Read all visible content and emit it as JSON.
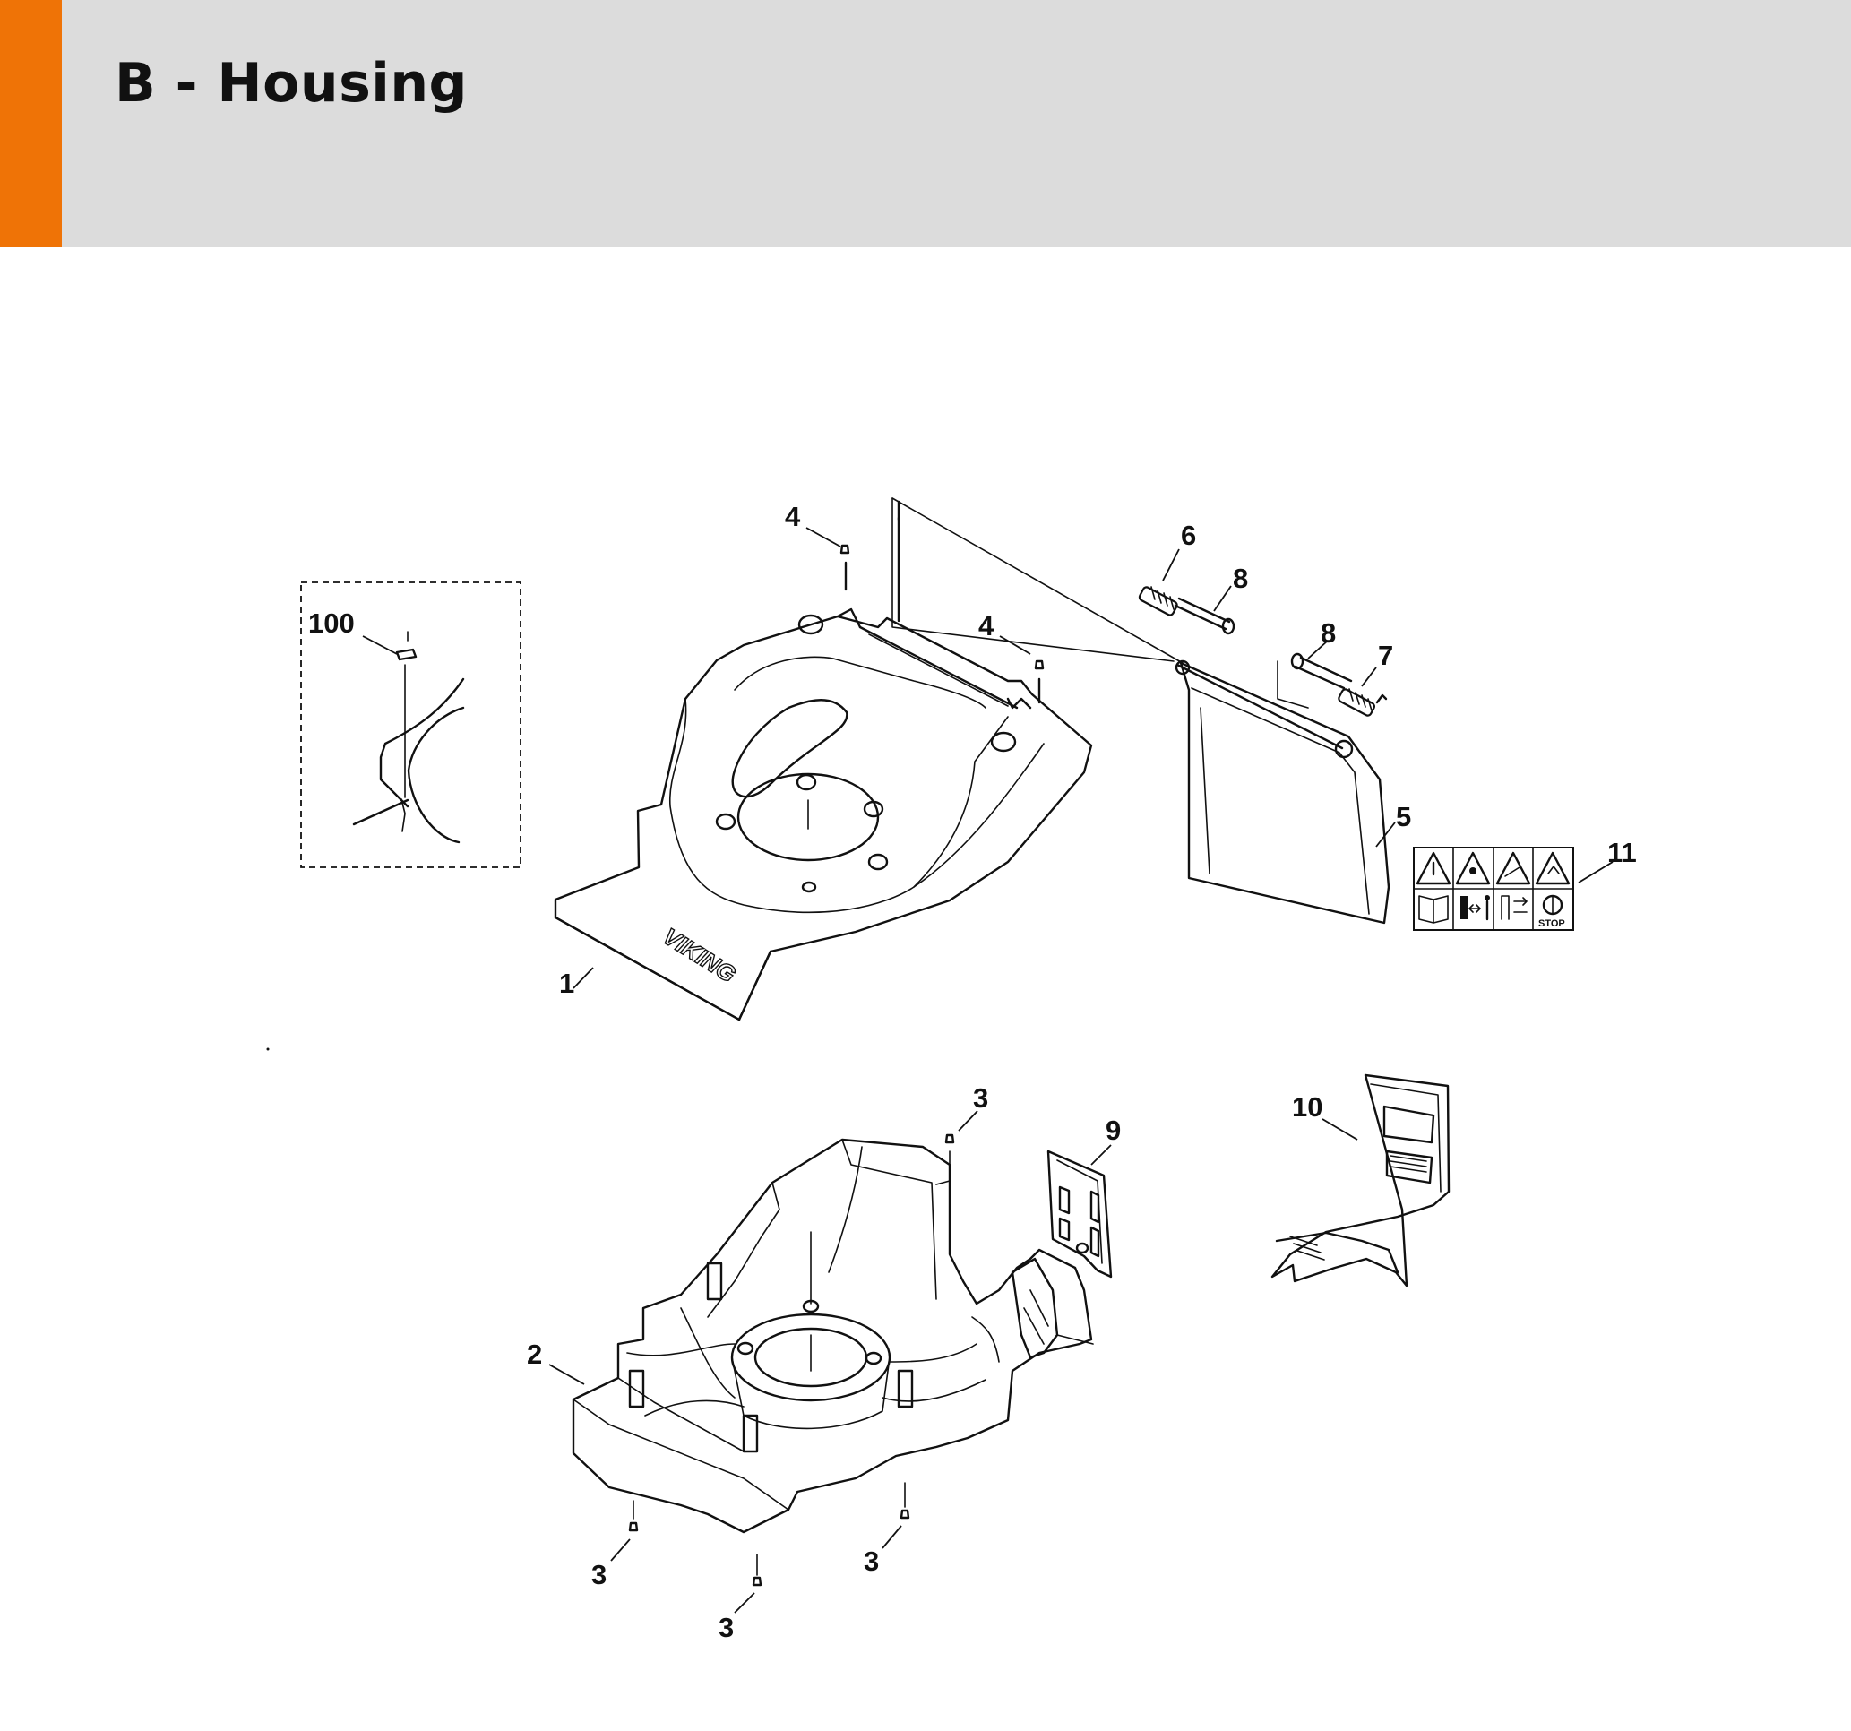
{
  "page": {
    "title": "B - Housing",
    "accent_color": "#ef7306",
    "header_color": "#dcdcdc"
  },
  "callouts": {
    "c1": "1",
    "c2": "2",
    "c3a": "3",
    "c3b": "3",
    "c3c": "3",
    "c3d": "3",
    "c4a": "4",
    "c4b": "4",
    "c5": "5",
    "c6": "6",
    "c7": "7",
    "c8a": "8",
    "c8b": "8",
    "c9": "9",
    "c10": "10",
    "c11": "11",
    "c100": "100"
  },
  "parts": {
    "top_cover_brand": "VIKING",
    "warning_label_stop": "STOP"
  }
}
